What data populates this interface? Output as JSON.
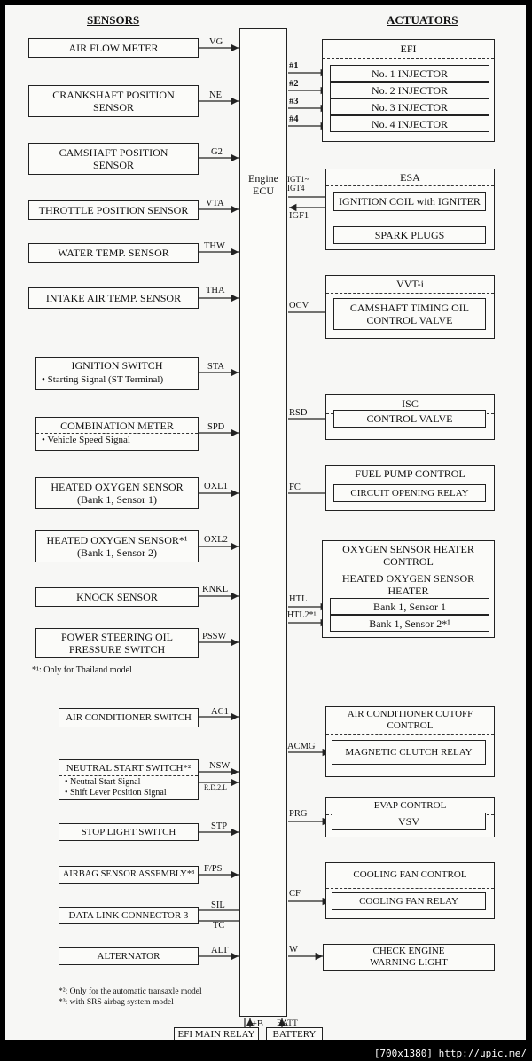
{
  "headers": {
    "sensors": "SENSORS",
    "actuators": "ACTUATORS"
  },
  "ecu": {
    "label": "Engine\nECU"
  },
  "sensors": {
    "air_flow": {
      "label": "AIR FLOW METER",
      "signal": "VG"
    },
    "crankshaft": {
      "label": "CRANKSHAFT POSITION\nSENSOR",
      "signal": "NE"
    },
    "camshaft": {
      "label": "CAMSHAFT POSITION\nSENSOR",
      "signal": "G2"
    },
    "throttle": {
      "label": "THROTTLE POSITION SENSOR",
      "signal": "VTA"
    },
    "water_temp": {
      "label": "WATER TEMP. SENSOR",
      "signal": "THW"
    },
    "intake_temp": {
      "label": "INTAKE AIR TEMP. SENSOR",
      "signal": "THA"
    },
    "ignition_switch": {
      "label": "IGNITION SWITCH",
      "sub": "•  Starting Signal (ST Terminal)",
      "signal": "STA"
    },
    "combination_meter": {
      "label": "COMBINATION METER",
      "sub": "•  Vehicle Speed Signal",
      "signal": "SPD"
    },
    "ho2s_1": {
      "label": "HEATED OXYGEN SENSOR\n(Bank 1, Sensor 1)",
      "signal": "OXL1"
    },
    "ho2s_2": {
      "label": "HEATED OXYGEN SENSOR*¹\n(Bank 1, Sensor 2)",
      "signal": "OXL2"
    },
    "knock": {
      "label": "KNOCK SENSOR",
      "signal": "KNKL"
    },
    "ps_oil": {
      "label": "POWER STEERING OIL\nPRESSURE SWITCH",
      "signal": "PSSW"
    },
    "ac_switch": {
      "label": "AIR CONDITIONER SWITCH",
      "signal": "AC1"
    },
    "neutral_start": {
      "label": "NEUTRAL START SWITCH*²",
      "sub": "•  Neutral Start Signal\n•  Shift Lever Position Signal",
      "signal": "NSW",
      "signal2": "R,D,2,L"
    },
    "stop_light": {
      "label": "STOP LIGHT SWITCH",
      "signal": "STP"
    },
    "airbag": {
      "label": "AIRBAG SENSOR ASSEMBLY*³",
      "signal": "F/PS"
    },
    "dlc3": {
      "label": "DATA LINK CONNECTOR 3",
      "signal": "SIL",
      "signal2": "TC"
    },
    "alternator": {
      "label": "ALTERNATOR",
      "signal": "ALT"
    }
  },
  "notes": {
    "thailand": "*¹: Only for Thailand model",
    "automatic": "*²: Only for the automatic transaxle model",
    "srs": "*³: with SRS airbag system model"
  },
  "actuators": {
    "efi": {
      "title": "EFI",
      "items": [
        "No. 1 INJECTOR",
        "No. 2 INJECTOR",
        "No. 3 INJECTOR",
        "No. 4 INJECTOR"
      ],
      "signals": [
        "#1",
        "#2",
        "#3",
        "#4"
      ]
    },
    "esa": {
      "title": "ESA",
      "coil": "IGNITION COIL with IGNITER",
      "plugs": "SPARK PLUGS",
      "signal_out": "IGT1~\nIGT4",
      "signal_in": "IGF1"
    },
    "vvti": {
      "title": "VVT-i",
      "item": "CAMSHAFT TIMING OIL\nCONTROL VALVE",
      "signal": "OCV"
    },
    "isc": {
      "title": "ISC",
      "item": "CONTROL VALVE",
      "signal": "RSD"
    },
    "fuel_pump": {
      "title": "FUEL PUMP CONTROL",
      "item": "CIRCUIT OPENING RELAY",
      "signal": "FC"
    },
    "o2_heater": {
      "title": "OXYGEN SENSOR HEATER\nCONTROL",
      "subtitle": "HEATED OXYGEN SENSOR\nHEATER",
      "items": [
        "Bank 1, Sensor 1",
        "Bank 1, Sensor 2*¹"
      ],
      "signals": [
        "HTL",
        "HTL2*¹"
      ]
    },
    "ac_cutoff": {
      "title": "AIR CONDITIONER CUTOFF\nCONTROL",
      "item": "MAGNETIC CLUTCH RELAY",
      "signal": "ACMG"
    },
    "evap": {
      "title": "EVAP CONTROL",
      "item": "VSV",
      "signal": "PRG"
    },
    "cooling_fan": {
      "title": "COOLING FAN CONTROL",
      "item": "COOLING FAN RELAY",
      "signal": "CF"
    },
    "check_engine": {
      "label": "CHECK ENGINE\nWARNING LIGHT",
      "signal": "W"
    }
  },
  "power": {
    "efi_main_relay": {
      "label": "EFI MAIN RELAY",
      "signal": "+B"
    },
    "battery": {
      "label": "BATTERY",
      "signal": "BATT"
    }
  },
  "footer": "[700x1380] http://upic.me/"
}
